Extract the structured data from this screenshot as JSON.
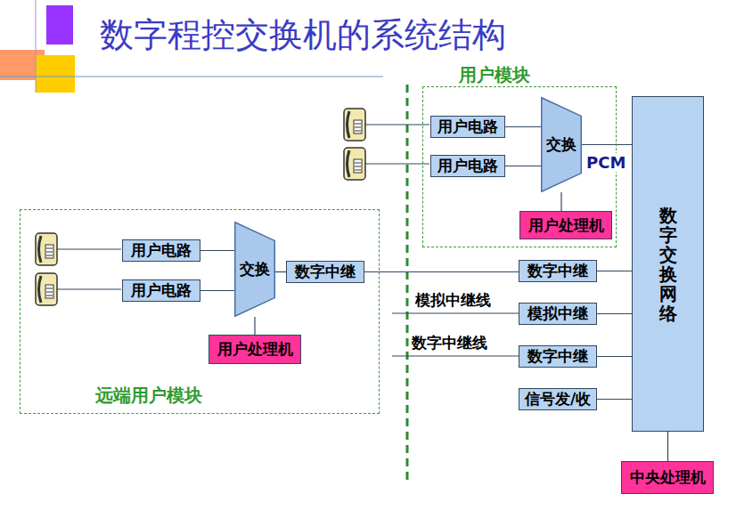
{
  "diagram": {
    "title": "数字程控交换机的系统结构",
    "nodes": [
      {
        "text": [
          "用户模块"
        ]
      },
      {
        "text": [
          "用户电路"
        ],
        "in": 0
      },
      {
        "text": [
          "用户电路"
        ],
        "in": 0
      },
      {
        "text": [
          "交换"
        ],
        "in": 0
      },
      {
        "text": [
          "用户处理机"
        ],
        "in": 0
      },
      {
        "text": [
          "数字交换网络"
        ]
      },
      {
        "text": [
          "远端用户模块"
        ]
      },
      {
        "text": [
          "用户电路"
        ],
        "in": 6
      },
      {
        "text": [
          "用户电路"
        ],
        "in": 6
      },
      {
        "text": [
          "交换"
        ],
        "in": 6
      },
      {
        "text": [
          "数字中继"
        ],
        "in": 6
      },
      {
        "text": [
          "用户处理机"
        ],
        "in": 6
      },
      {
        "text": [
          "数字中继"
        ]
      },
      {
        "text": [
          "模拟中继"
        ]
      },
      {
        "text": [
          "数字中继"
        ]
      },
      {
        "text": [
          "信号发/收"
        ]
      },
      {
        "text": [
          "中央处理机"
        ]
      }
    ],
    "edges": [
      {
        "from": 1,
        "to": 3,
        "arrow": "none"
      },
      {
        "from": 2,
        "to": 3,
        "arrow": "none"
      },
      {
        "from": 3,
        "to": 4,
        "arrow": "none"
      },
      {
        "from": 3,
        "to": 5,
        "label": "PCM",
        "arrow": "none"
      },
      {
        "from": 7,
        "to": 9,
        "arrow": "none"
      },
      {
        "from": 8,
        "to": 9,
        "arrow": "none"
      },
      {
        "from": 9,
        "to": 10,
        "arrow": "none"
      },
      {
        "from": 9,
        "to": 11,
        "arrow": "none"
      },
      {
        "from": 10,
        "to": 12,
        "arrow": "none"
      },
      {
        "from": 12,
        "to": 5,
        "arrow": "none"
      },
      {
        "from": 13,
        "to": 5,
        "arrow": "none"
      },
      {
        "from": 14,
        "to": 5,
        "arrow": "none"
      },
      {
        "from": 15,
        "to": 5,
        "arrow": "none"
      },
      {
        "from": 5,
        "to": 16,
        "arrow": "none"
      }
    ],
    "labels": [
      "模拟中继线",
      "数字中继线"
    ]
  }
}
